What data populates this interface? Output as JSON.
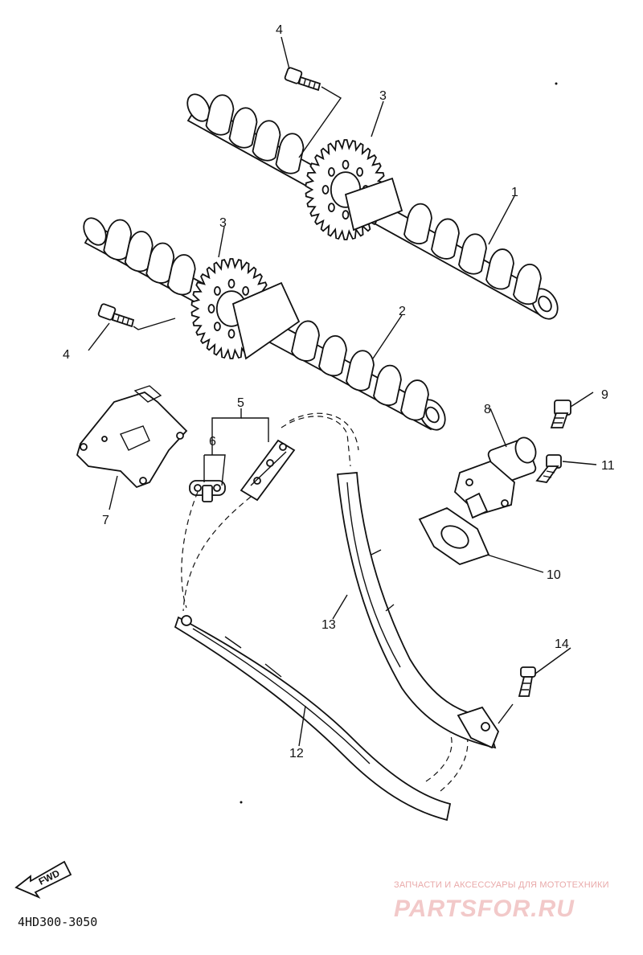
{
  "diagram": {
    "callouts": [
      {
        "id": "1",
        "text": "1"
      },
      {
        "id": "2",
        "text": "2"
      },
      {
        "id": "3a",
        "text": "3"
      },
      {
        "id": "3b",
        "text": "3"
      },
      {
        "id": "4a",
        "text": "4"
      },
      {
        "id": "4b",
        "text": "4"
      },
      {
        "id": "5",
        "text": "5"
      },
      {
        "id": "6",
        "text": "6"
      },
      {
        "id": "7",
        "text": "7"
      },
      {
        "id": "8",
        "text": "8"
      },
      {
        "id": "9",
        "text": "9"
      },
      {
        "id": "10",
        "text": "10"
      },
      {
        "id": "11",
        "text": "11"
      },
      {
        "id": "12",
        "text": "12"
      },
      {
        "id": "13",
        "text": "13"
      },
      {
        "id": "14",
        "text": "14"
      }
    ],
    "direction_label": "FWD",
    "drawing_code": "4HD300-3050"
  },
  "watermark": {
    "tagline": "ЗАПЧАСТИ И АКСЕССУАРЫ ДЛЯ МОТОТЕХНИКИ",
    "brand": "PARTSFOR.RU",
    "color": "#e07070"
  }
}
